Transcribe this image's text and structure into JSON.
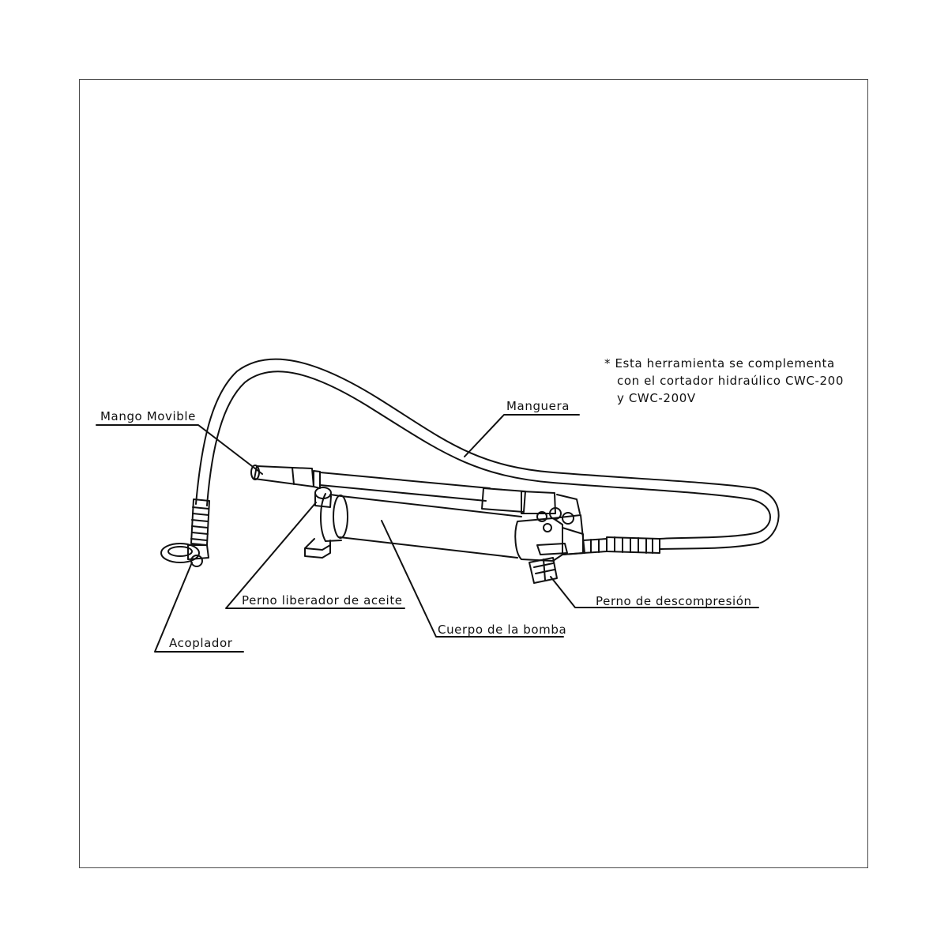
{
  "labels": {
    "mango_movible": "Mango Movible",
    "manguera": "Manguera",
    "perno_liberador": "Perno liberador de aceite",
    "perno_descompresion": "Perno de descompresión",
    "cuerpo_bomba": "Cuerpo de la bomba",
    "acoplador": "Acoplador"
  },
  "note": {
    "line1": "* Esta herramienta se complementa",
    "line2": "con el cortador hidraúlico CWC-200",
    "line3": "y CWC-200V"
  },
  "colors": {
    "line": "#111111",
    "frame": "#4a4a4a",
    "background": "#ffffff"
  }
}
